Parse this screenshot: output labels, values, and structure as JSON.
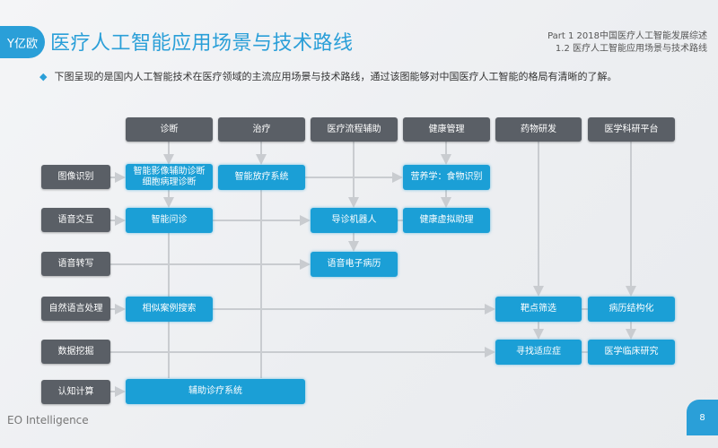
{
  "header": {
    "logo_text": "Y亿欧",
    "title": "医疗人工智能应用场景与技术路线",
    "breadcrumb_line1": "Part 1 2018中国医疗人工智能发展综述",
    "breadcrumb_line2": "1.2 医疗人工智能应用场景与技术路线"
  },
  "intro": {
    "bullet": "◆",
    "text": "下图呈现的是国内人工智能技术在医疗领域的主流应用场景与技术路线，通过该图能够对中国医疗人工智能的格局有清晰的了解。"
  },
  "columns": [
    "诊断",
    "治疗",
    "医疗流程辅助",
    "健康管理",
    "药物研发",
    "医学科研平台"
  ],
  "rows": [
    "图像识别",
    "语音交互",
    "语音转写",
    "自然语言处理",
    "数据挖掘",
    "认知计算"
  ],
  "apps": {
    "img_diag": "智能影像辅助诊断\n细胞病理诊断",
    "radiotherapy": "智能放疗系统",
    "nutrition": "营养学：食物识别",
    "inquiry": "智能问诊",
    "guide_robot": "导诊机器人",
    "health_assistant": "健康虚拟助理",
    "voice_emr": "语音电子病历",
    "case_search": "相似案例搜索",
    "target_screen": "靶点筛选",
    "emr_struct": "病历结构化",
    "indication": "寻找适应症",
    "clinical_research": "医学临床研究",
    "cdss": "辅助诊疗系统"
  },
  "footer": {
    "brand": "EO Intelligence",
    "page": "8"
  },
  "colors": {
    "accent": "#2a9fd8",
    "box_blue": "#1b9fd6",
    "box_dark": "#5a5f66",
    "line": "#c9ccd0"
  }
}
